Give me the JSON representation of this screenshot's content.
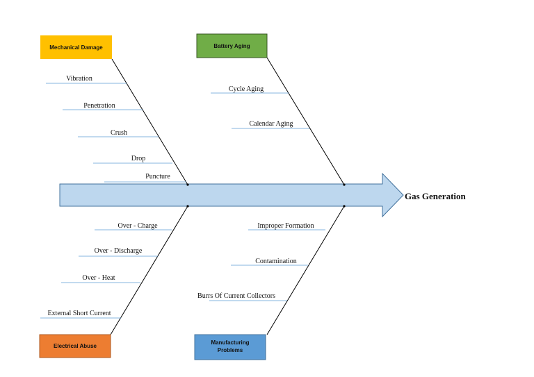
{
  "head": {
    "label": "Gas Generation"
  },
  "categories": {
    "mechanical": {
      "label": "Mechanical Damage",
      "color": "#FFC000",
      "causes": [
        "Vibration",
        "Penetration",
        "Crush",
        "Drop",
        "Puncture"
      ]
    },
    "battery": {
      "label": "Battery Aging",
      "color": "#70AD47",
      "causes": [
        "Cycle Aging",
        "Calendar Aging"
      ]
    },
    "electrical": {
      "label": "Electrical Abuse",
      "color": "#ED7D31",
      "causes": [
        "Over - Charge",
        "Over - Discharge",
        "Over - Heat",
        "External Short Current"
      ]
    },
    "manufacturing": {
      "label_lines": [
        "Manufacturing",
        "Problems"
      ],
      "color": "#5B9BD5",
      "causes": [
        "Improper Formation",
        "Contamination",
        "Burrs Of Current Collectors"
      ]
    }
  },
  "colors": {
    "spine_fill": "#BDD7EE",
    "spine_stroke": "#41719C",
    "cause_line": "#5B9BD5",
    "bone_line": "#000000"
  }
}
